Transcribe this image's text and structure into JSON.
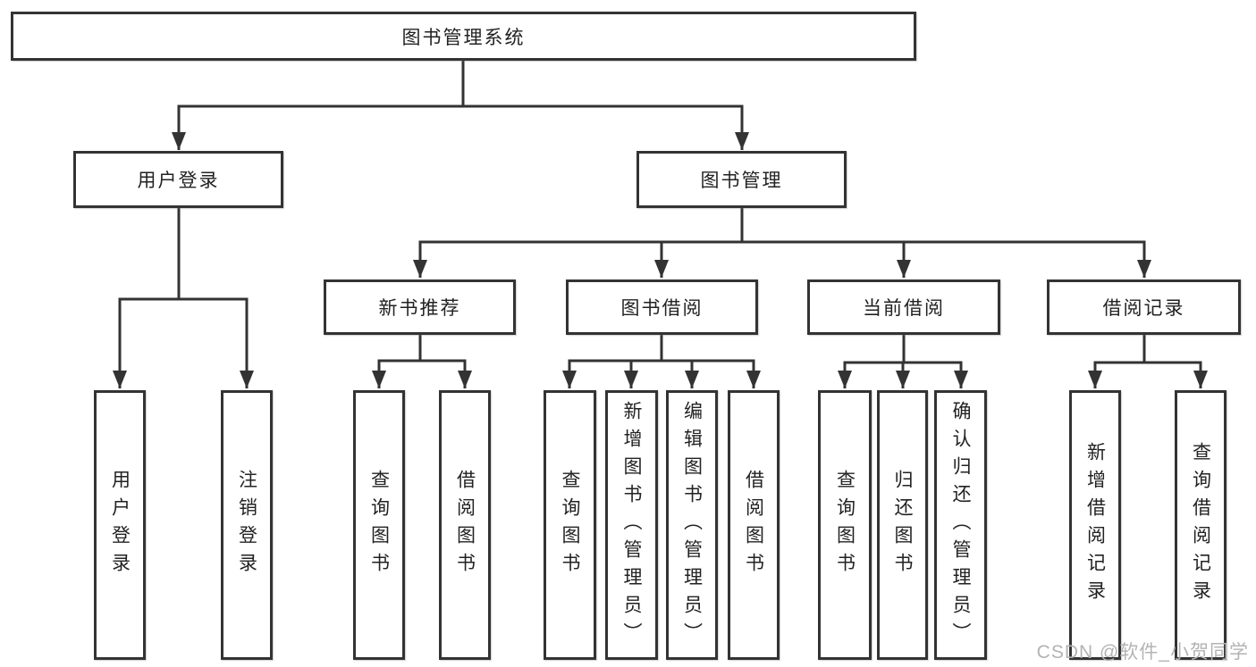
{
  "diagram": {
    "root": {
      "label": "图书管理系统"
    },
    "branches": [
      {
        "label": "用户登录",
        "children": [
          {
            "label": "用户登录"
          },
          {
            "label": "注销登录"
          }
        ]
      },
      {
        "label": "图书管理",
        "children": [
          {
            "label": "新书推荐",
            "children": [
              {
                "label": "查询图书"
              },
              {
                "label": "借阅图书"
              }
            ]
          },
          {
            "label": "图书借阅",
            "children": [
              {
                "label": "查询图书"
              },
              {
                "label": "新增图书（管理员）"
              },
              {
                "label": "编辑图书（管理员）"
              },
              {
                "label": "借阅图书"
              }
            ]
          },
          {
            "label": "当前借阅",
            "children": [
              {
                "label": "查询图书"
              },
              {
                "label": "归还图书"
              },
              {
                "label": "确认归还（管理员）"
              }
            ]
          },
          {
            "label": "借阅记录",
            "children": [
              {
                "label": "新增借阅记录"
              },
              {
                "label": "查询借阅记录"
              }
            ]
          }
        ]
      }
    ]
  },
  "watermark": {
    "text": "CSDN @软件_小贺同学"
  },
  "colors": {
    "line": "#333333",
    "box_border": "#333333",
    "box_fill": "#ffffff",
    "text": "#222222",
    "watermark": "#b3b3b3",
    "background": "#ffffff"
  }
}
